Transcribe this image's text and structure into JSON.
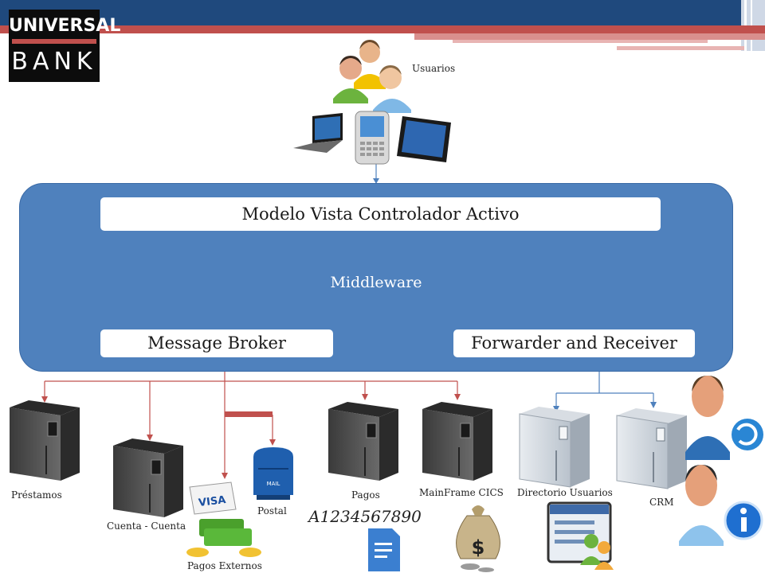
{
  "logo": {
    "line1": "UNIVERSAL",
    "line2": "BANK"
  },
  "users_label": "Usuarios",
  "middleware": {
    "title": "Middleware",
    "mvc": "Modelo Vista Controlador Activo",
    "broker": "Message Broker",
    "forwarder": "Forwarder and Receiver"
  },
  "systems": {
    "prestamos": "Préstamos",
    "cuenta": "Cuenta - Cuenta",
    "pagos_externos": "Pagos Externos",
    "postal": "Postal",
    "pagos": "Pagos",
    "mainframe": "MainFrame CICS",
    "directorio": "Directorio Usuarios",
    "crm": "CRM"
  },
  "icons": {
    "mail_text": "MAIL",
    "visa_text": "VISA",
    "serial_text": "A1234567890",
    "money_symbol": "$"
  },
  "colors": {
    "brand_blue": "#4f81bd",
    "banner_dark": "#1f497d",
    "banner_red": "#c0504d",
    "connector_red": "#c0504d",
    "connector_blue": "#4f81bd"
  }
}
